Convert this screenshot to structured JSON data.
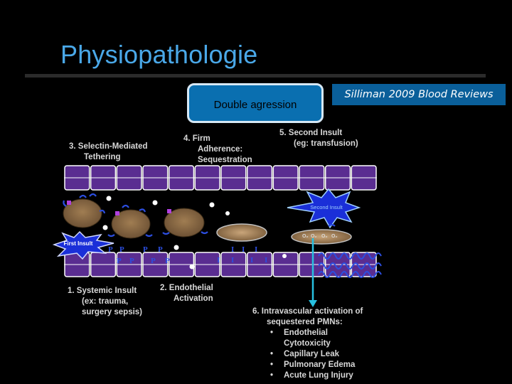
{
  "slide": {
    "title": "Physiopathologie",
    "callout": "Double agression",
    "citation": "Silliman 2009 Blood Reviews"
  },
  "diagram": {
    "step3": [
      "3.  Selectin-Mediated",
      "Tethering"
    ],
    "step4": [
      "4.  Firm",
      "Adherence:",
      "Sequestration"
    ],
    "step5": [
      "5.  Second Insult",
      "(eg: transfusion)"
    ],
    "step1": [
      "1.  Systemic Insult",
      "(ex: trauma,",
      "surgery sepsis)"
    ],
    "step2": [
      "2.  Endothelial",
      "Activation"
    ],
    "step6": [
      "6.  Intravascular activation of",
      "sequestered PMNs:"
    ],
    "outcomes": [
      "Endothelial",
      "Cytotoxicity",
      "Capillary Leak",
      "Pulmonary Edema",
      "Acute Lung Injury"
    ],
    "first_insult_label": "First Insult",
    "second_insult_label": "Second Insult",
    "p_marker": "P",
    "i_marker": "I",
    "o2_marker": "O₂",
    "colors": {
      "endothelium": "#5a2d91",
      "cell": "#8a6a45",
      "insult": "#1a35c8",
      "arrow": "#27c0e0"
    }
  }
}
